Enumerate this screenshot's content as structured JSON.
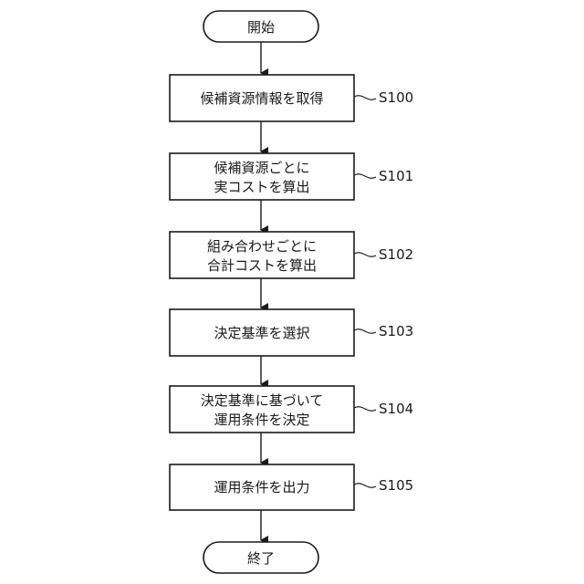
{
  "start": {
    "label": "開始"
  },
  "end": {
    "label": "終了"
  },
  "steps": [
    {
      "id": "S100",
      "lines": [
        "候補資源情報を取得"
      ]
    },
    {
      "id": "S101",
      "lines": [
        "候補資源ごとに",
        "実コストを算出"
      ]
    },
    {
      "id": "S102",
      "lines": [
        "組み合わせごとに",
        "合計コストを算出"
      ]
    },
    {
      "id": "S103",
      "lines": [
        "決定基準を選択"
      ]
    },
    {
      "id": "S104",
      "lines": [
        "決定基準に基づいて",
        "運用条件を決定"
      ]
    },
    {
      "id": "S105",
      "lines": [
        "運用条件を出力"
      ]
    }
  ]
}
